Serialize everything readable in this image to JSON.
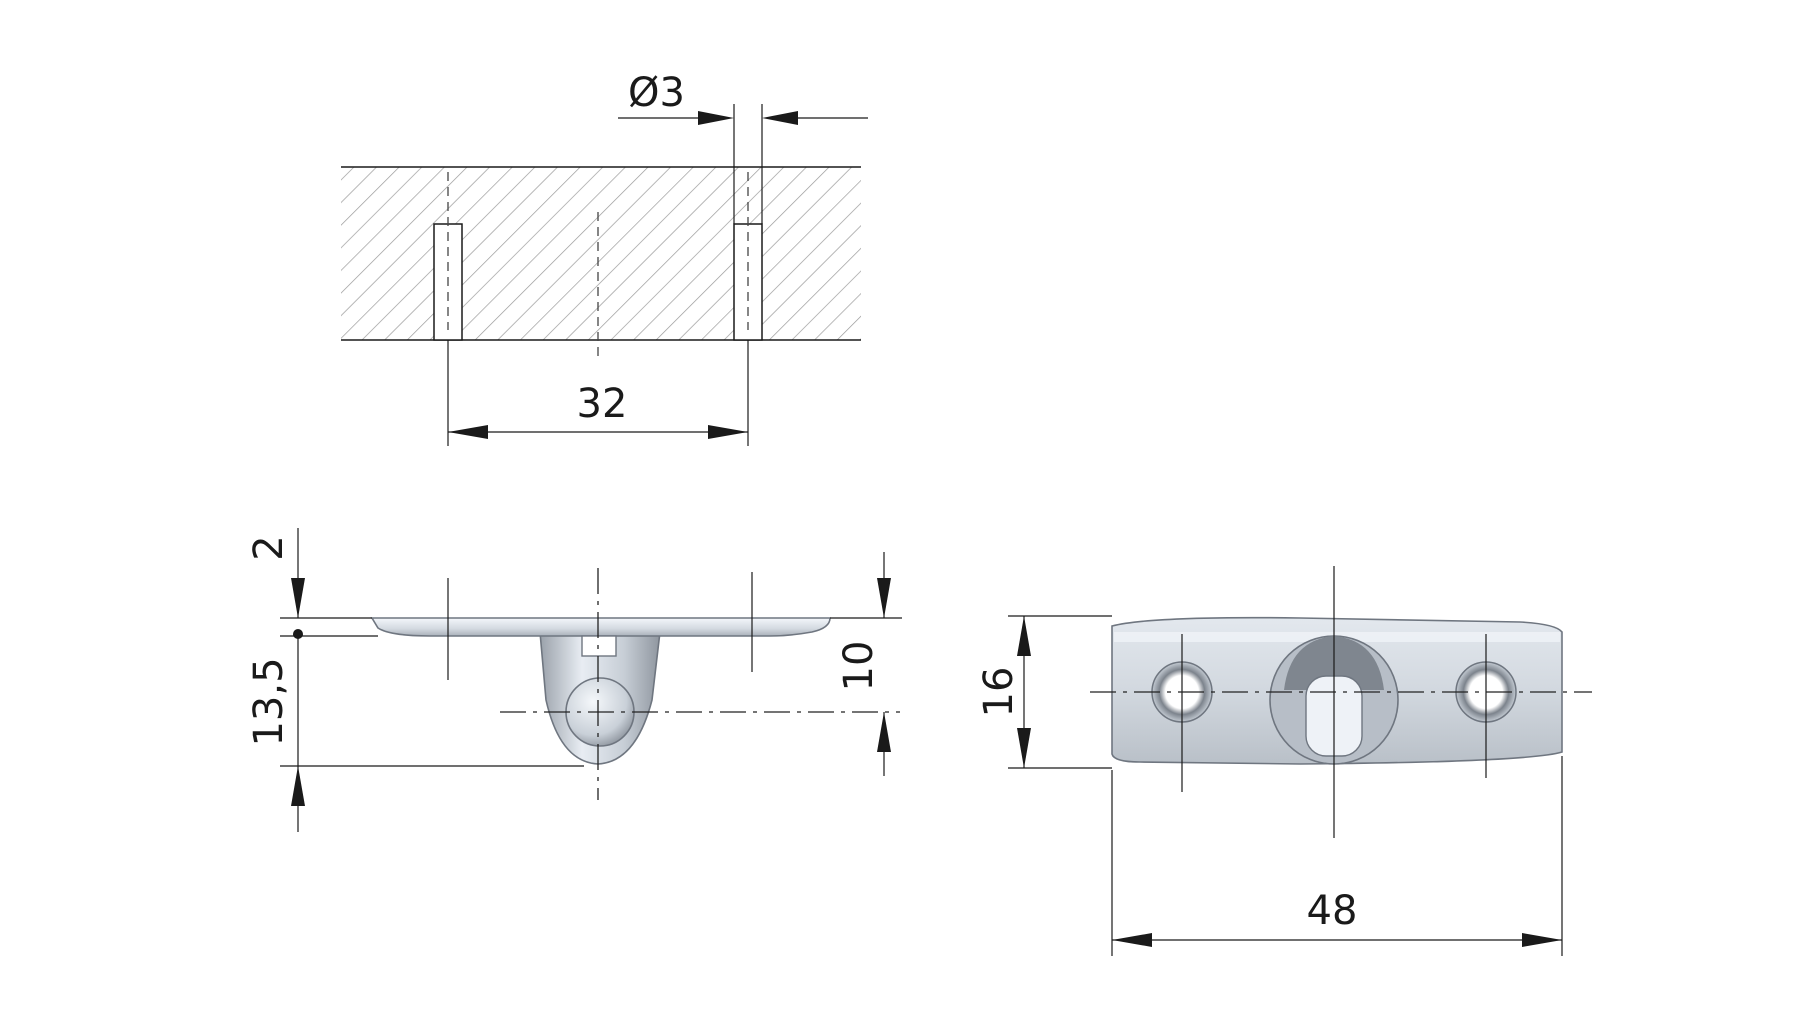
{
  "dimensions": {
    "hole_diameter": "Ø3",
    "hole_spacing": "32",
    "plate_thickness": "2",
    "total_height": "13,5",
    "pivot_height": "10",
    "width": "16",
    "length": "48"
  },
  "colors": {
    "line": "#1a1a1a",
    "hatch": "#9a9a9a",
    "part_light": "#eef2f7",
    "part_mid": "#c9d0d8",
    "part_dark": "#8c939c"
  }
}
